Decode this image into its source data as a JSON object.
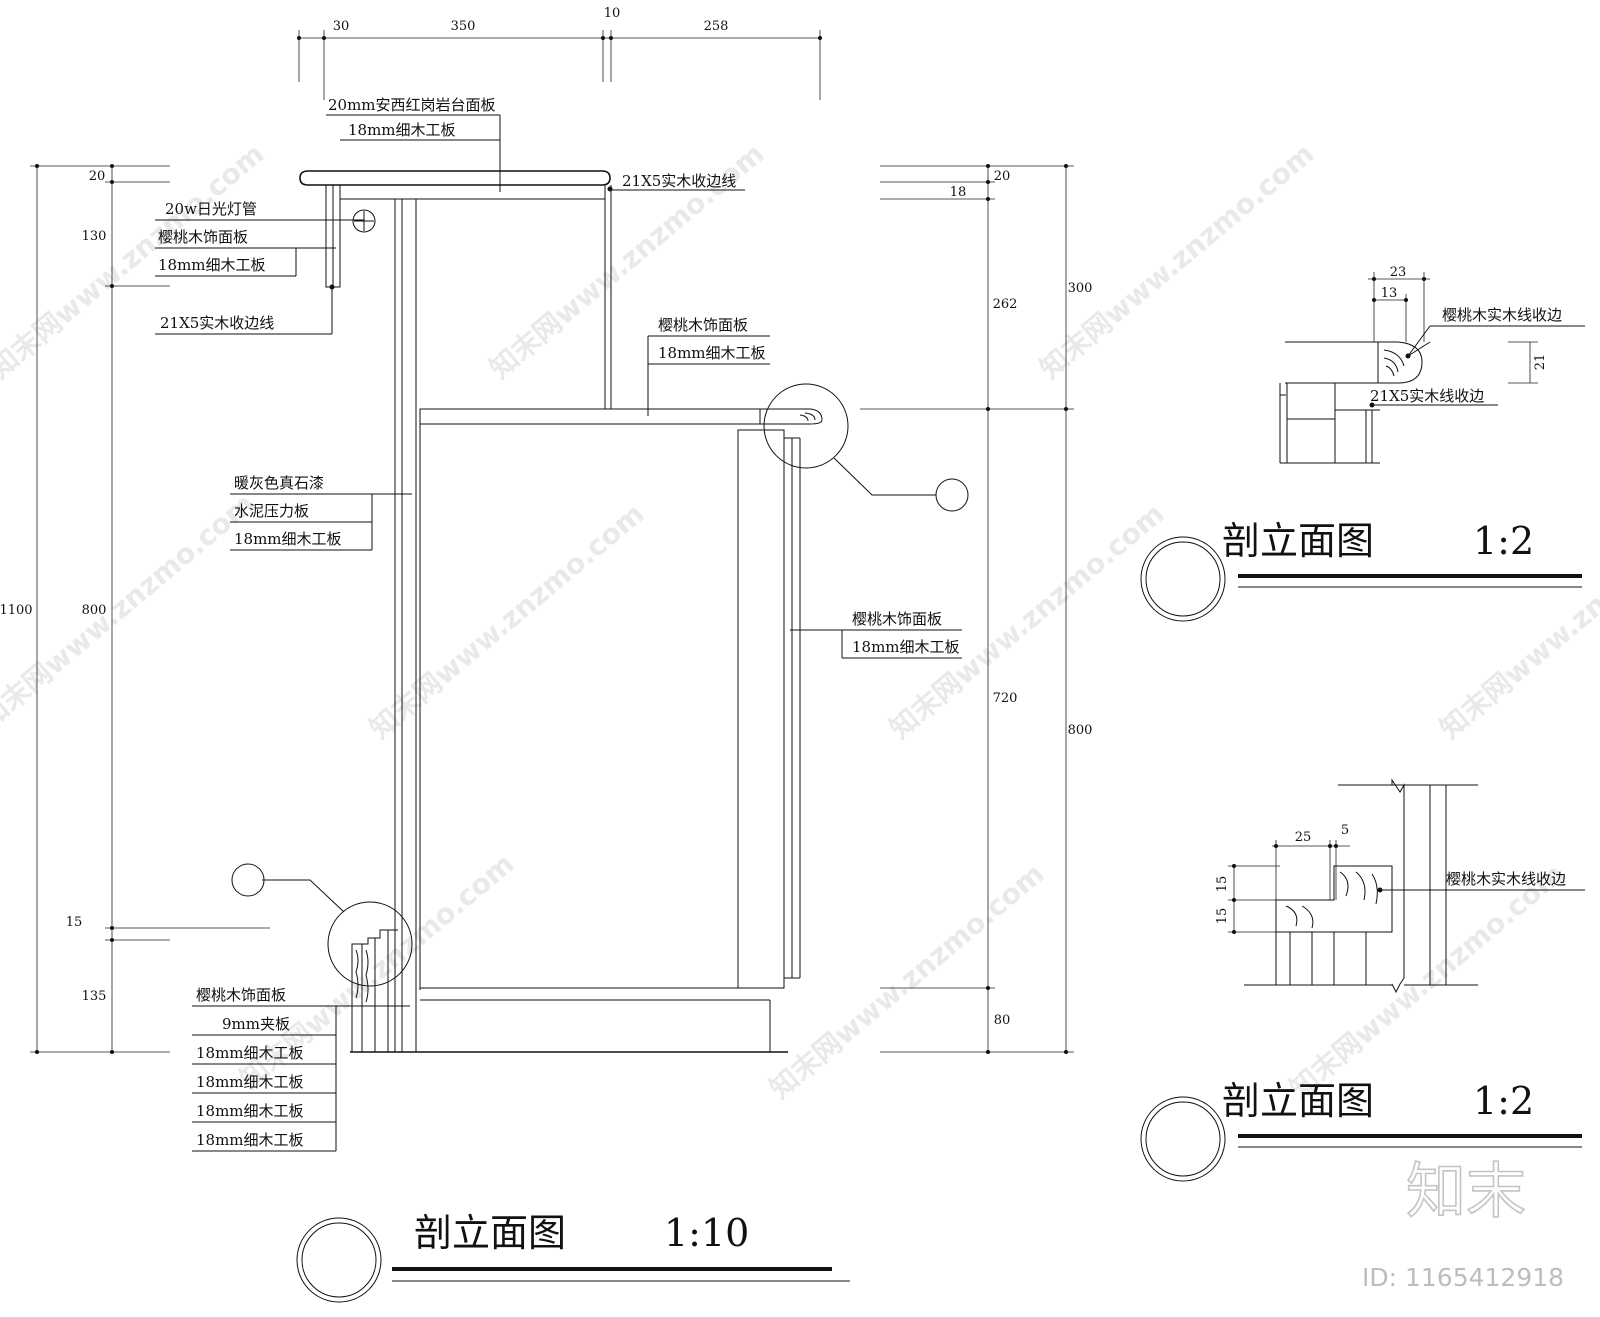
{
  "top_dims": [
    "30",
    "350",
    "10",
    "258"
  ],
  "left_outer_dim": "1100",
  "left_dims": [
    "20",
    "130",
    "800",
    "15",
    "135"
  ],
  "right_dims_inner": [
    "20",
    "18",
    "262",
    "720",
    "80"
  ],
  "right_dims_outer": [
    "300",
    "800"
  ],
  "callouts": {
    "top_group": [
      "20mm安西红岗岩台面板",
      "18mm细木工板"
    ],
    "edge_top": "21X5实木收边线",
    "light_group": [
      "20w日光灯管",
      "樱桃木饰面板",
      "18mm细木工板"
    ],
    "edge_left": "21X5实木收边线",
    "shelf_group": [
      "樱桃木饰面板",
      "18mm细木工板"
    ],
    "wall_group": [
      "暖灰色真石漆",
      "水泥压力板",
      "18mm细木工板"
    ],
    "right_panel_group": [
      "樱桃木饰面板",
      "18mm细木工板"
    ],
    "base_group": [
      "樱桃木饰面板",
      "9mm夹板",
      "18mm细木工板",
      "18mm细木工板",
      "18mm细木工板",
      "18mm细木工板"
    ]
  },
  "main_title": {
    "name": "剖立面图",
    "scale": "1:10"
  },
  "detail1": {
    "dims": [
      "23",
      "13",
      "21"
    ],
    "labels": [
      "樱桃木实木线收边",
      "21X5实木线收边"
    ],
    "title": {
      "name": "剖立面图",
      "scale": "1:2"
    }
  },
  "detail2": {
    "dims": [
      "25",
      "5",
      "15",
      "15"
    ],
    "labels": [
      "樱桃木实木线收边"
    ],
    "title": {
      "name": "剖立面图",
      "scale": "1:2"
    }
  },
  "watermark": "知末网www.znzmo.com",
  "brand": "知末",
  "id_text": "ID: 1165412918"
}
